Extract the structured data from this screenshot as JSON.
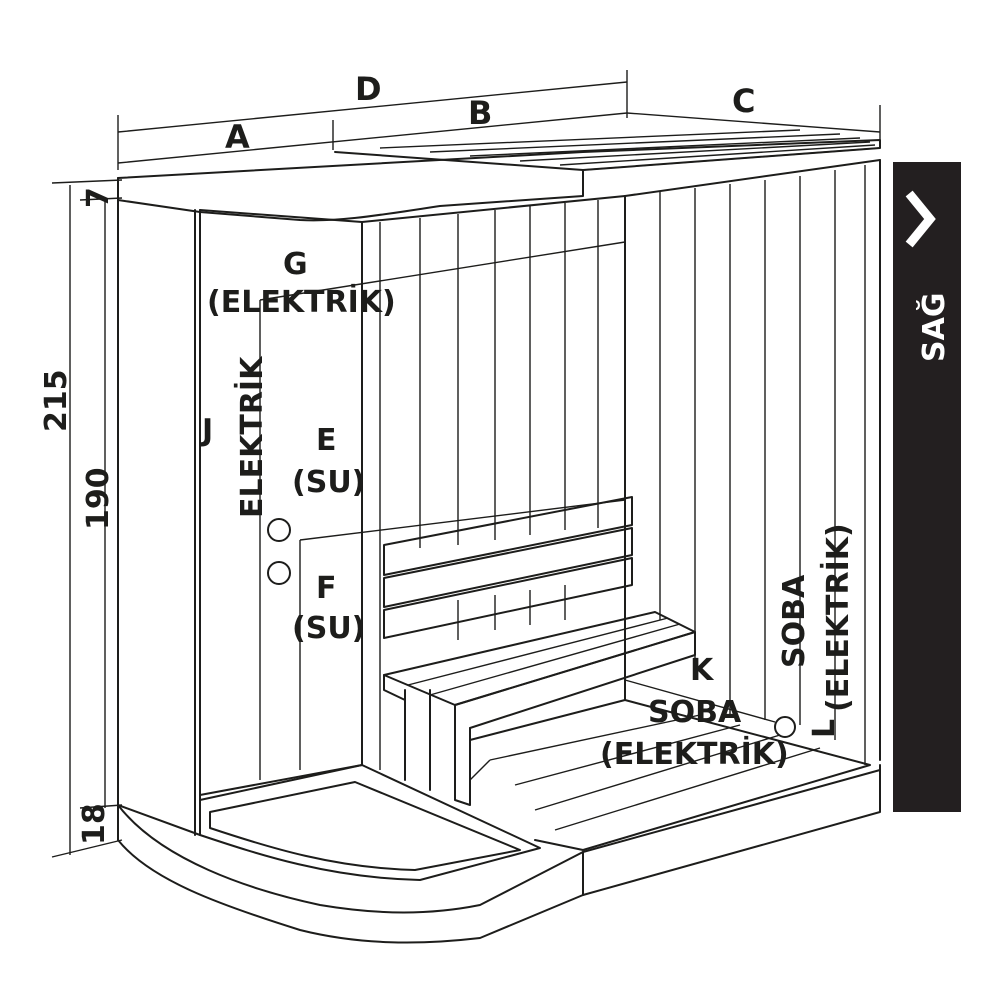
{
  "labels": {
    "a": "A",
    "b": "B",
    "c": "C",
    "d": "D",
    "g": "G",
    "g_sub": "(ELEKTRİK)",
    "j": "J",
    "j_sub": "ELEKTRİK",
    "e": "E",
    "e_sub": "(SU)",
    "f": "F",
    "f_sub": "(SU)",
    "k": "K",
    "k_line1": "SOBA",
    "k_line2": "(ELEKTRİK)",
    "l": "L",
    "l_line1": "SOBA",
    "l_line2": "(ELEKTRİK)"
  },
  "dimensions": {
    "total_height": "215",
    "inner_height": "190",
    "top": "7",
    "base": "18"
  },
  "side_tab": {
    "label": "SAĞ",
    "icon": "chevron-right-icon",
    "background": "#231f20",
    "foreground": "#ffffff"
  },
  "colors": {
    "line": "#1d1d1b",
    "background": "#ffffff"
  }
}
